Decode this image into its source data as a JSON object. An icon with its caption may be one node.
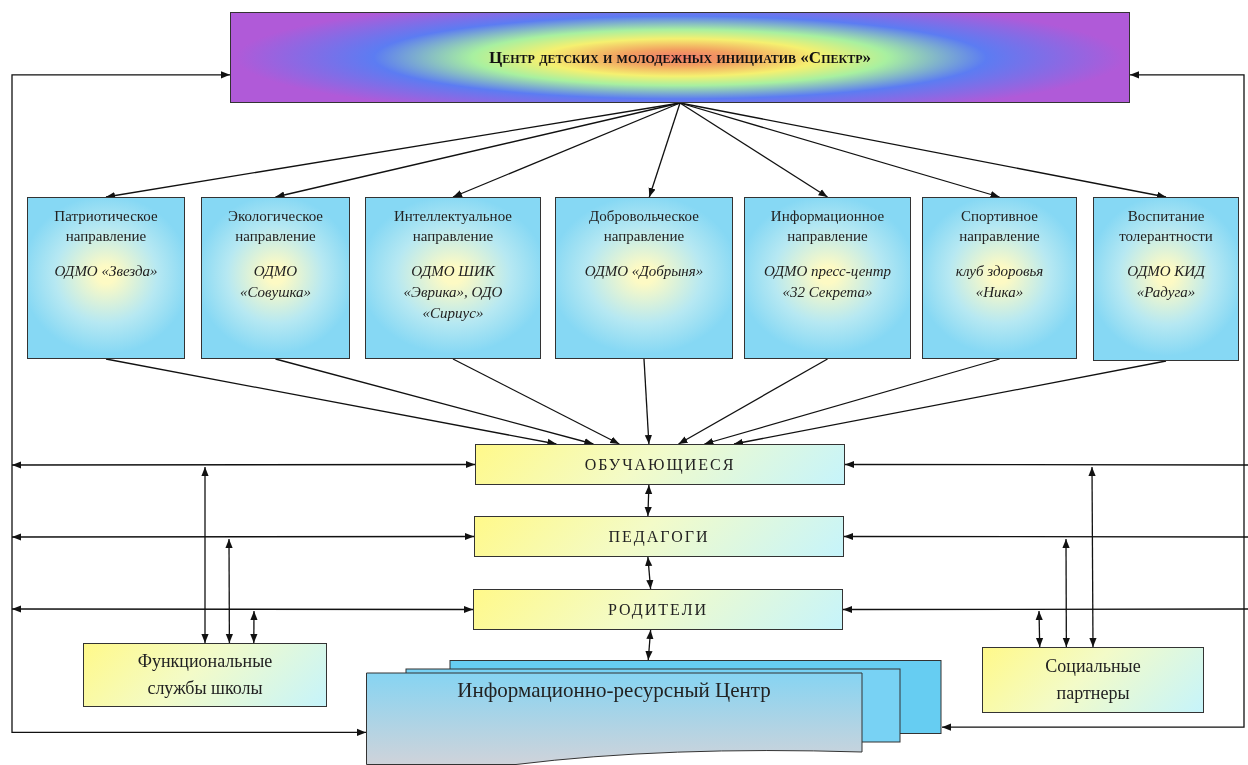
{
  "diagram": {
    "nodes": [
      {
        "text": [
          "Центр детских и молодежных инициатив «Спектр»"
        ]
      },
      {
        "text": [
          "Патриотическое направление",
          "ОДМО «Звезда»"
        ]
      },
      {
        "text": [
          "Экологическое направление",
          "ОДМО «Совушка»"
        ]
      },
      {
        "text": [
          "Интеллектуальное направление",
          "ОДМО ШИК «Эврика», ОДО «Сириус»"
        ]
      },
      {
        "text": [
          "Добровольческое направление",
          "ОДМО «Добрыня»"
        ]
      },
      {
        "text": [
          "Информационное направление",
          "ОДМО пресс-центр «32 Секрета»"
        ]
      },
      {
        "text": [
          "Спортивное направление",
          "клуб здоровья «Ника»"
        ]
      },
      {
        "text": [
          "Воспитание толерантности",
          "ОДМО КИД «Радуга»"
        ]
      },
      {
        "text": [
          "ОБУЧАЮЩИЕСЯ"
        ]
      },
      {
        "text": [
          "ПЕДАГОГИ"
        ]
      },
      {
        "text": [
          "РОДИТЕЛИ"
        ]
      },
      {
        "text": [
          "Функциональные службы школы"
        ]
      },
      {
        "text": [
          "Социальные партнеры"
        ]
      },
      {
        "text": [
          "Информационно-ресурсный Центр"
        ]
      }
    ],
    "edges": [
      {
        "from": 0,
        "to": 1,
        "arrow": "to"
      },
      {
        "from": 0,
        "to": 2,
        "arrow": "to"
      },
      {
        "from": 0,
        "to": 3,
        "arrow": "to"
      },
      {
        "from": 0,
        "to": 4,
        "arrow": "to"
      },
      {
        "from": 0,
        "to": 5,
        "arrow": "to"
      },
      {
        "from": 0,
        "to": 6,
        "arrow": "to"
      },
      {
        "from": 0,
        "to": 7,
        "arrow": "to"
      },
      {
        "from": 1,
        "to": 8,
        "arrow": "to"
      },
      {
        "from": 2,
        "to": 8,
        "arrow": "to"
      },
      {
        "from": 3,
        "to": 8,
        "arrow": "to"
      },
      {
        "from": 4,
        "to": 8,
        "arrow": "to"
      },
      {
        "from": 5,
        "to": 8,
        "arrow": "to"
      },
      {
        "from": 6,
        "to": 8,
        "arrow": "to"
      },
      {
        "from": 7,
        "to": 8,
        "arrow": "to"
      },
      {
        "from": 8,
        "to": 9,
        "arrow": "both"
      },
      {
        "from": 9,
        "to": 10,
        "arrow": "both"
      },
      {
        "from": 10,
        "to": 13,
        "arrow": "both"
      },
      {
        "from": 0,
        "to": 13,
        "arrow": "both"
      },
      {
        "from": 0,
        "to": 13,
        "arrow": "both"
      },
      {
        "from": null,
        "to": 8,
        "arrow": "both"
      },
      {
        "from": null,
        "to": 9,
        "arrow": "both"
      },
      {
        "from": null,
        "to": 10,
        "arrow": "both"
      },
      {
        "from": null,
        "to": 8,
        "arrow": "to"
      },
      {
        "from": null,
        "to": 9,
        "arrow": "to"
      },
      {
        "from": null,
        "to": 10,
        "arrow": "to"
      },
      {
        "from": 11,
        "to": null,
        "arrow": "both"
      },
      {
        "from": 11,
        "to": null,
        "arrow": "both"
      },
      {
        "from": 11,
        "to": null,
        "arrow": "both"
      },
      {
        "from": 12,
        "to": null,
        "arrow": "both"
      },
      {
        "from": 12,
        "to": null,
        "arrow": "both"
      },
      {
        "from": 12,
        "to": null,
        "arrow": "both"
      }
    ]
  }
}
